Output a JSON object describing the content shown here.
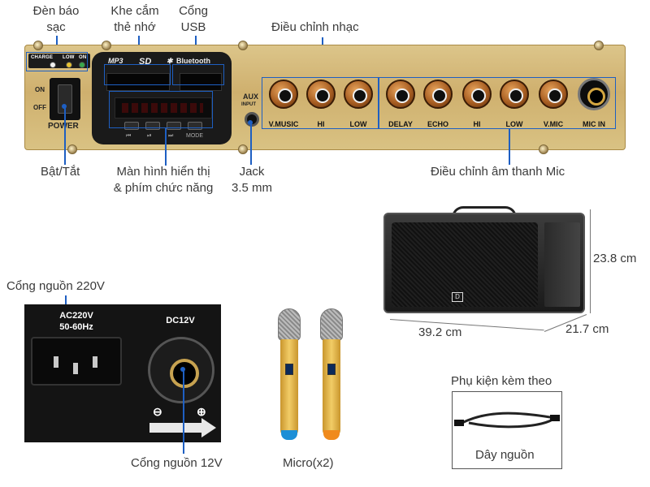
{
  "panel": {
    "charge_label": "CHARGE",
    "low_label": "LOW",
    "on_label": "ON",
    "switch_on": "ON",
    "switch_off": "OFF",
    "power_label": "POWER",
    "brand_mp3": "MP3",
    "brand_sd": "SD",
    "brand_bt": "Bluetooth",
    "mode_label": "MODE",
    "aux_label": "AUX",
    "input_label": "INPUT",
    "music_knobs": [
      "V.MUSIC",
      "HI",
      "LOW"
    ],
    "mic_knobs": [
      "DELAY",
      "ECHO",
      "HI",
      "LOW",
      "V.MIC"
    ],
    "mic_in_label": "MIC IN"
  },
  "annotations": {
    "charge_led_1": "Đèn báo",
    "charge_led_2": "sạc",
    "card_slot_1": "Khe cắm",
    "card_slot_2": "thẻ nhớ",
    "usb_1": "Cổng",
    "usb_2": "USB",
    "music_adjust": "Điều chỉnh nhạc",
    "power_switch": "Bật/Tắt",
    "display_1": "Màn hình hiển thị",
    "display_2": "& phím chức năng",
    "jack_1": "Jack",
    "jack_2": "3.5 mm",
    "mic_adjust": "Điều chỉnh âm thanh Mic"
  },
  "speaker": {
    "height": "23.8 cm",
    "width": "39.2 cm",
    "depth": "21.7 cm"
  },
  "power_panel": {
    "ac_label_1": "AC220V",
    "ac_label_2": "50-60Hz",
    "dc_label": "DC12V",
    "minus": "⊖",
    "plus": "⊕",
    "ac_caption": "Cổng nguồn 220V",
    "dc_caption": "Cổng nguồn 12V"
  },
  "mic": {
    "caption": "Micro(x2)"
  },
  "accessory": {
    "title": "Phụ kiện kèm theo",
    "item": "Dây nguồn"
  },
  "colors": {
    "accent": "#1e5fc2",
    "panel_gold": "#d6bb7a",
    "knob_copper": "#a85e22"
  }
}
